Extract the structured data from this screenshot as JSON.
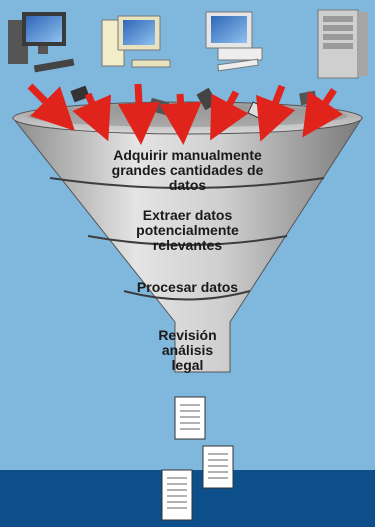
{
  "diagram": {
    "stages": [
      {
        "label": "Adquirir manualmente grandes cantidades de datos"
      },
      {
        "label": "Extraer datos potencialmente relevantes"
      },
      {
        "label": "Procesar datos"
      },
      {
        "label": "Revisión análisis legal"
      }
    ],
    "sources": [
      "desktop-computer-icon",
      "desktop-computer-icon",
      "desktop-computer-icon",
      "server-tower-icon"
    ],
    "colors": {
      "background": "#7fb7dd",
      "footer_bar": "#0d4f8b",
      "arrows": "#e0241b",
      "funnel": "#b9b9b9"
    }
  }
}
